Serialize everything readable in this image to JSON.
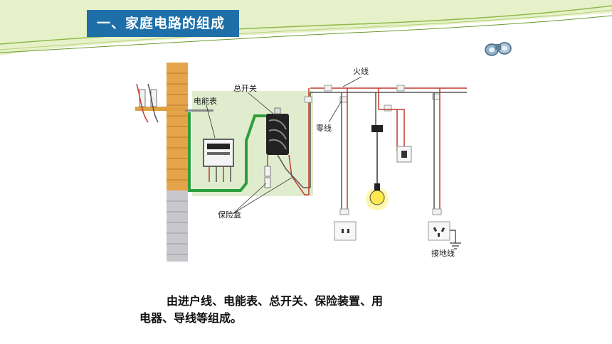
{
  "header": {
    "title": "一、家庭电路的组成"
  },
  "diagram": {
    "labels": {
      "meter": "电能表",
      "main_switch": "总开关",
      "live_wire": "火线",
      "neutral_wire": "零线",
      "fuse_box": "保险盒",
      "ground_wire": "接地线"
    },
    "colors": {
      "live": "#c0392b",
      "neutral": "#555555",
      "green": "#2e9e3a"
    }
  },
  "description": {
    "line1": "由进户线、电能表、总开关、保险装置、用",
    "line2": "电器、导线等组成。"
  }
}
